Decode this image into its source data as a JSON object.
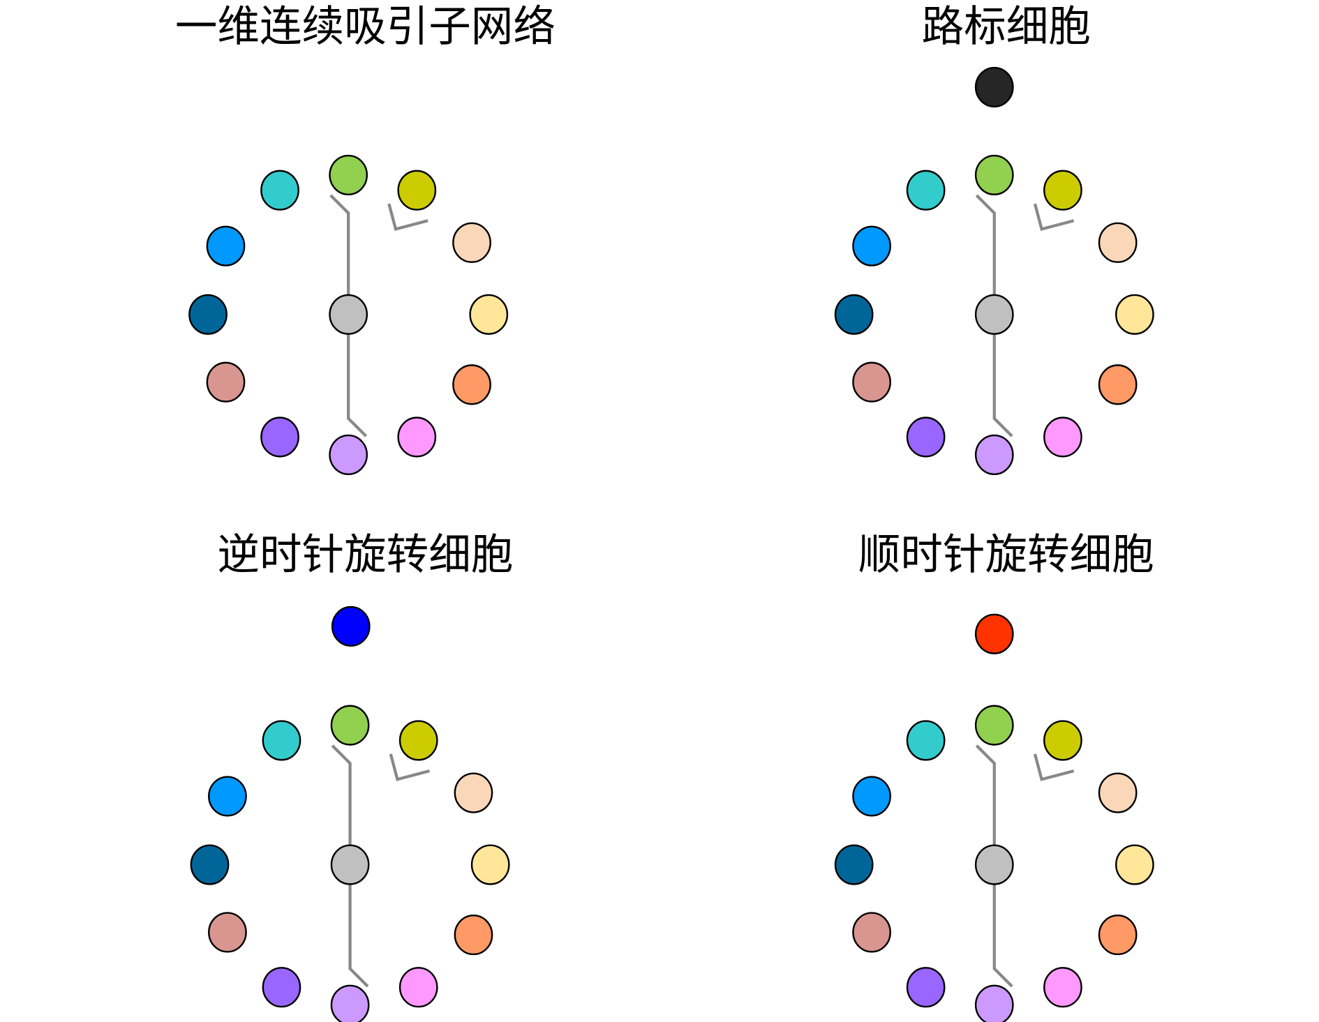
{
  "panels": [
    {
      "title": "一维连续吸引子网络",
      "extra_cell_color": null
    },
    {
      "title": "路标细胞",
      "extra_cell_color": "#262626"
    },
    {
      "title": "逆时针旋转细胞",
      "extra_cell_color": "#0000ff"
    },
    {
      "title": "顺时针旋转细胞",
      "extra_cell_color": "#ff3300"
    }
  ],
  "center_cell_color": "#c0c0c0",
  "ring_cell_colors": [
    "#92d050",
    "#cccc00",
    "#fad7b9",
    "#ffe699",
    "#ff9966",
    "#ff99ff",
    "#cc99ff",
    "#9966ff",
    "#d9958f",
    "#006699",
    "#0099ff",
    "#33cccc"
  ],
  "connection_color": "#888888"
}
